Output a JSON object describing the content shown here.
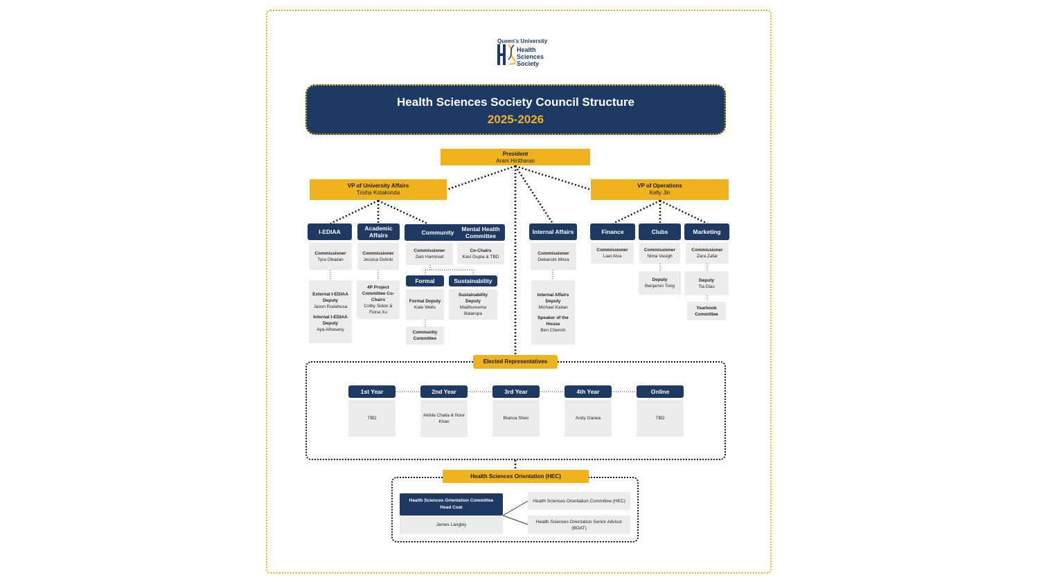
{
  "logo": {
    "university": "Queen's University",
    "line1": "Health",
    "line2": "Sciences",
    "line3": "Society"
  },
  "header": {
    "title": "Health Sciences Society Council Structure",
    "year": "2025-2026"
  },
  "president": {
    "role": "President",
    "name": "Arani Hiritharan"
  },
  "vp_ua": {
    "role": "VP of University Affairs",
    "name": "Trisha Kotakonda"
  },
  "vp_ops": {
    "role": "VP of Operations",
    "name": "Kelly Jin"
  },
  "portfolios": {
    "iediaa": {
      "label": "I-EDIAA",
      "commissioner_title": "Commissioner",
      "commissioner": "Tyra Obadan",
      "deputy1_title": "External I-EDIAA Deputy",
      "deputy1": "Jason Rudahusa",
      "deputy2_title": "Internal I-EDIAA Deputy",
      "deputy2": "Aya Alhasany"
    },
    "academic": {
      "label": "Academic Affairs",
      "commissioner_title": "Commissioner",
      "commissioner": "Jessica Dolinki",
      "sub_title": "4P Project Committee Co-Chairs",
      "sub": "Colby Sidon & Fiona Xu"
    },
    "community": {
      "label": "Community",
      "commissioner_title": "Commissioner",
      "commissioner": "Zein Hammad"
    },
    "mental": {
      "label": "Mental Health Committee",
      "chairs_title": "Co-Chairs",
      "chairs": "Kavi Gupta & TBD"
    },
    "formal": {
      "label": "Formal",
      "deputy_title": "Formal Deputy",
      "deputy": "Kate Wells",
      "committee": "Community Committee"
    },
    "sustainability": {
      "label": "Sustainability",
      "deputy_title": "Sustainability Deputy",
      "deputy": "Madhureema Balarupa"
    },
    "internal": {
      "label": "Internal Affairs",
      "commissioner_title": "Commissioner",
      "commissioner": "Debanshi Misra",
      "deputy_title": "Internal Affairs Deputy",
      "deputy": "Michael Kailan",
      "speaker_title": "Speaker of the House",
      "speaker": "Ben Chernin"
    },
    "finance": {
      "label": "Finance",
      "commissioner_title": "Commissioner",
      "commissioner": "Lael Alva"
    },
    "clubs": {
      "label": "Clubs",
      "commissioner_title": "Commissioner",
      "commissioner": "Nima Vasigh",
      "deputy_title": "Deputy",
      "deputy": "Benjamin Tong"
    },
    "marketing": {
      "label": "Marketing",
      "commissioner_title": "Commissioner",
      "commissioner": "Zara Zafar",
      "deputy_title": "Deputy",
      "deputy": "Tia Dias",
      "committee": "Yearbook Committee"
    }
  },
  "elected": {
    "label": "Elected Representatives",
    "years": [
      {
        "label": "1st Year",
        "name": "TBD"
      },
      {
        "label": "2nd Year",
        "name": "Akhila Challa & Noor Khan"
      },
      {
        "label": "3rd Year",
        "name": "Bianca Shen"
      },
      {
        "label": "4th Year",
        "name": "Andy Ganea"
      },
      {
        "label": "Online",
        "name": "TBD"
      }
    ]
  },
  "hec": {
    "label": "Health Sciences Orientation (HEC)",
    "head_title": "Health Sciences Orientation Committee Head Coat",
    "head_name": "James Langley",
    "committee": "Health Sciences Orientation Committee (HEC)",
    "advisor": "Health Sciences Orientation Senior Advisor (BOAT)"
  },
  "colors": {
    "navy": "#1e3a63",
    "gold": "#efb320",
    "grey": "#ececec"
  }
}
